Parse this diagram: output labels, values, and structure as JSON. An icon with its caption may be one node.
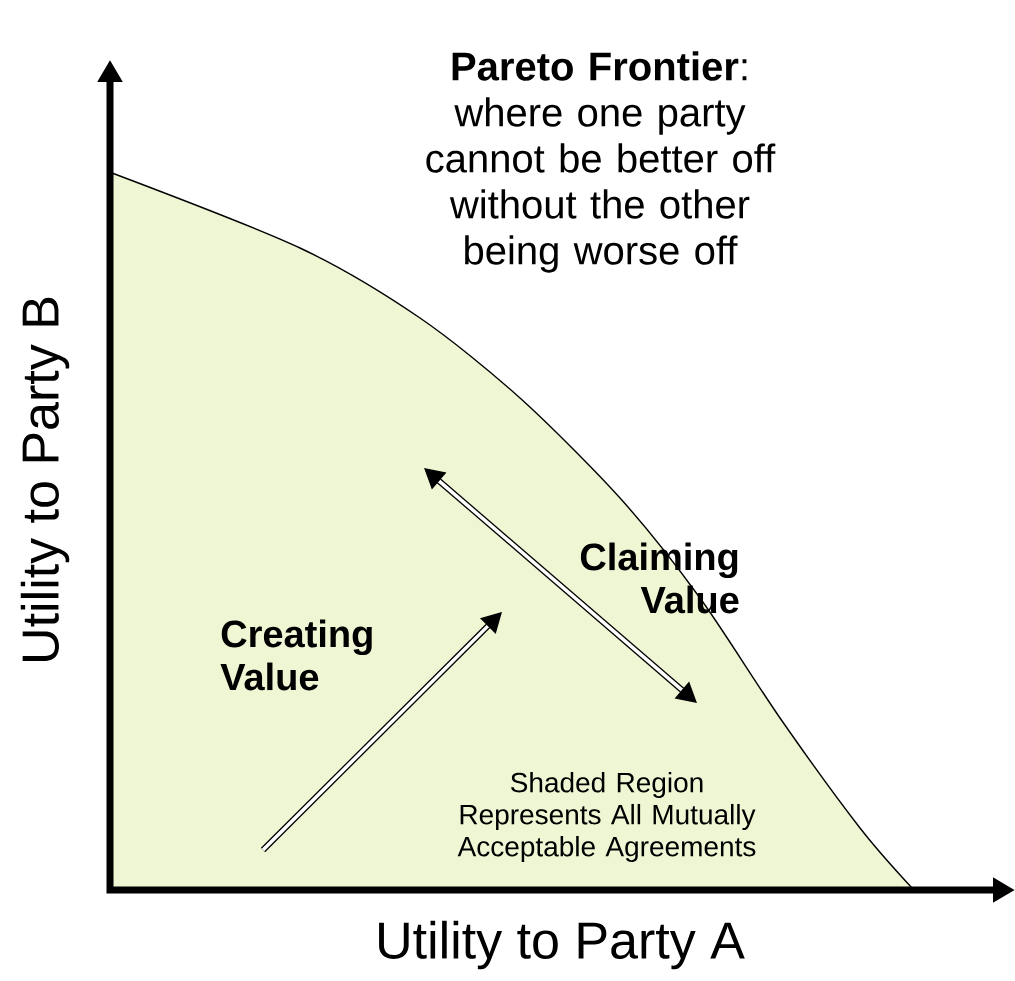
{
  "diagram": {
    "labels": [
      "**Pareto Frontier**: where one party cannot be better off without the other being worse off",
      "Utility to Party B",
      "Creating Value",
      "Claiming Value",
      "Shaded Region Represents All Mutually Acceptable Agreements",
      "Utility to Party A"
    ]
  }
}
